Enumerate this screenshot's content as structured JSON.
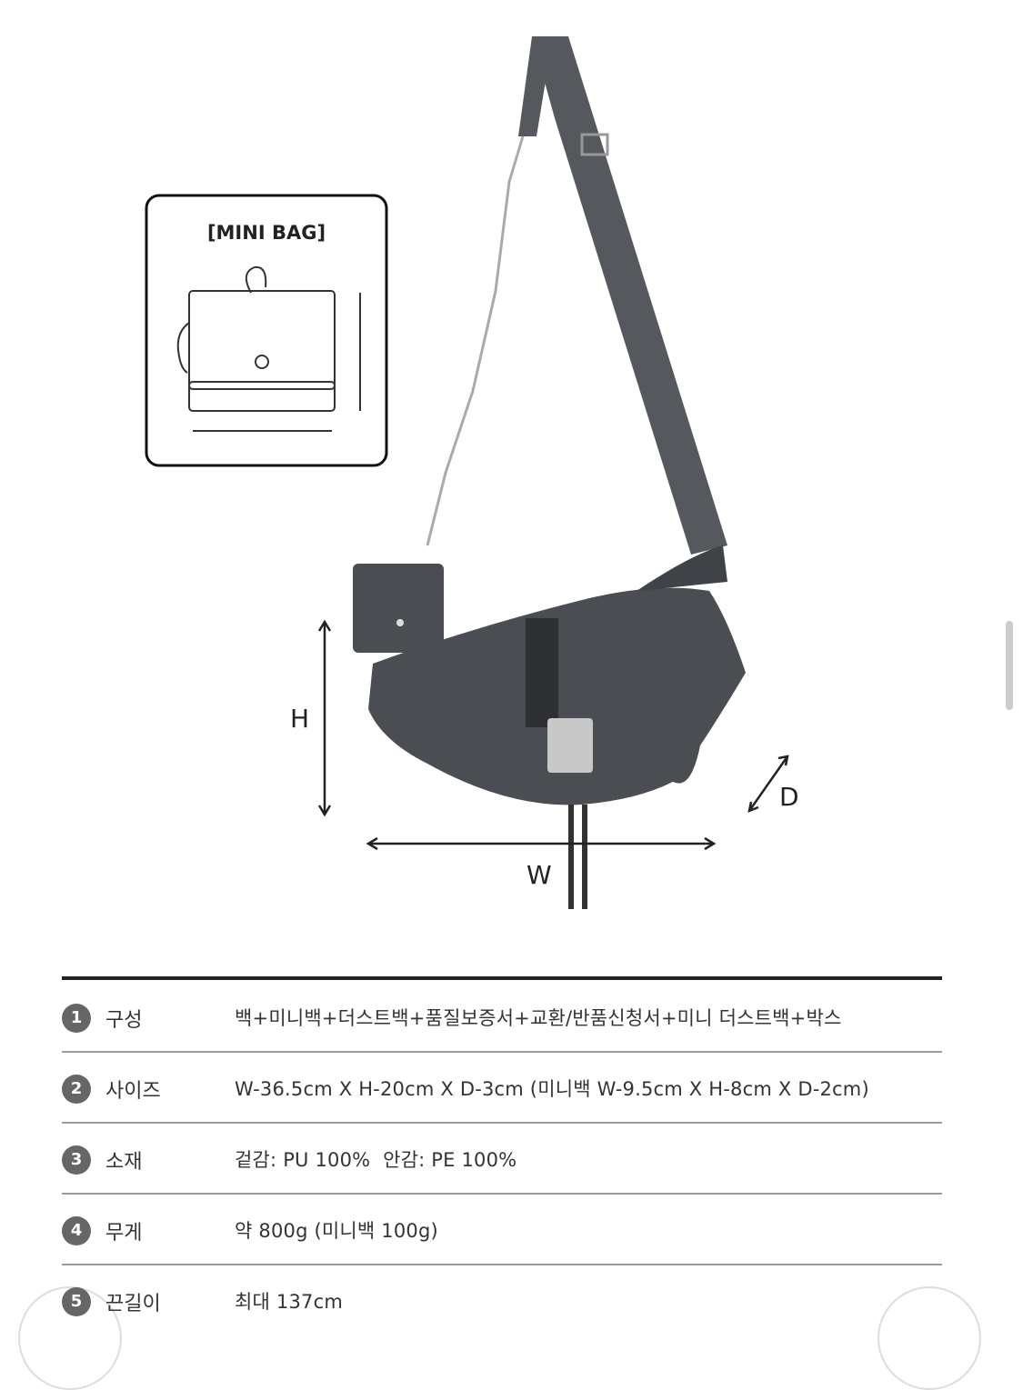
{
  "illustration": {
    "mini_bag_label": "[MINI BAG]",
    "dim_h": "H",
    "dim_w": "W",
    "dim_d": "D"
  },
  "specs": [
    {
      "num": "1",
      "label": "구성",
      "value": "백+미니백+더스트백+품질보증서+교환/반품신청서+미니 더스트백+박스"
    },
    {
      "num": "2",
      "label": "사이즈",
      "value": "W-36.5cm X H-20cm X D-3cm (미니백 W-9.5cm X H-8cm X D-2cm)"
    },
    {
      "num": "3",
      "label": "소재",
      "value": "겉감: PU 100%  안감: PE 100%"
    },
    {
      "num": "4",
      "label": "무게",
      "value": "약 800g (미니백 100g)"
    },
    {
      "num": "5",
      "label": "끈길이",
      "value": "최대 137cm"
    }
  ],
  "colors": {
    "bag": "#4a4d52",
    "rule": "#222222",
    "divider": "#9a9a9a"
  }
}
